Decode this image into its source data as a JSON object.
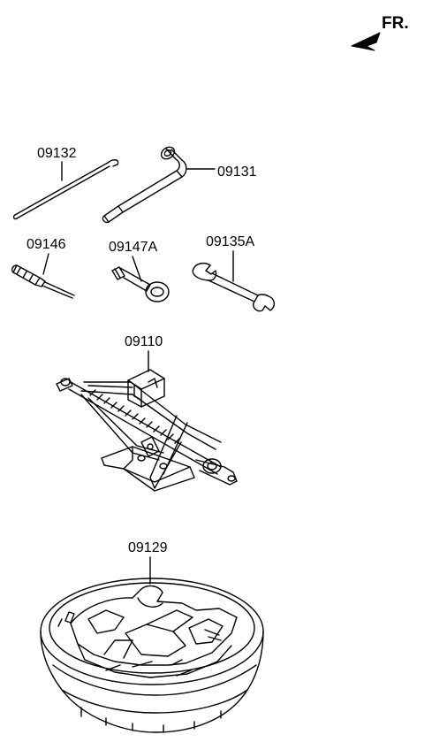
{
  "orientation": {
    "label": "FR.",
    "icon": "front-direction-arrow-icon"
  },
  "parts": [
    {
      "part_no": "09132",
      "icon": "tire-iron-rod-icon"
    },
    {
      "part_no": "09131",
      "icon": "lug-wrench-icon"
    },
    {
      "part_no": "09146",
      "icon": "screwdriver-icon"
    },
    {
      "part_no": "09147A",
      "icon": "tow-hook-icon"
    },
    {
      "part_no": "09135A",
      "icon": "spanner-icon"
    },
    {
      "part_no": "09110",
      "icon": "scissor-jack-icon"
    },
    {
      "part_no": "09129",
      "icon": "tool-tray-icon"
    }
  ]
}
